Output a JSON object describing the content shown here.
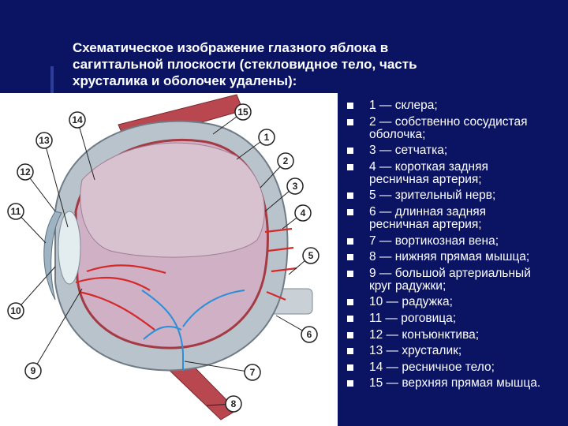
{
  "slide": {
    "title_lines": [
      "Схематическое изображение глазного яблока в",
      "сагиттальной плоскости (стекловидное тело, часть",
      "хрусталика и оболочек удалены):"
    ],
    "figure": {
      "callouts": [
        "1",
        "2",
        "3",
        "4",
        "5",
        "6",
        "7",
        "8",
        "9",
        "10",
        "11",
        "12",
        "13",
        "14",
        "15"
      ]
    },
    "legend": [
      {
        "lines": [
          "1 — склера;"
        ]
      },
      {
        "lines": [
          " 2 — собственно сосудистая",
          "оболочка;"
        ]
      },
      {
        "lines": [
          "3 — сетчатка;"
        ]
      },
      {
        "lines": [
          "4 — короткая задняя",
          "ресничная артерия;"
        ]
      },
      {
        "lines": [
          " 5 — зрительный нерв;"
        ]
      },
      {
        "lines": [
          " 6 — длинная задняя",
          "ресничная артерия;"
        ]
      },
      {
        "lines": [
          "7 — вортикозная вена;"
        ]
      },
      {
        "lines": [
          "8 — нижняя прямая мышца;"
        ]
      },
      {
        "lines": [
          " 9 — большой артериальный",
          "круг радужки;"
        ]
      },
      {
        "lines": [
          "10 — радужка;"
        ]
      },
      {
        "lines": [
          "11 — роговица;"
        ]
      },
      {
        "lines": [
          "12 — конъюнктива;"
        ]
      },
      {
        "lines": [
          "13 — хрусталик;"
        ]
      },
      {
        "lines": [
          "14 — ресничное тело;"
        ]
      },
      {
        "lines": [
          "15 — верхняя прямая мышца."
        ]
      }
    ],
    "colors": {
      "background": "#0a1463",
      "text": "#ffffff",
      "artery": "#d42a2a",
      "vein": "#2a8fd8",
      "inner_wall": "#cfb0c4",
      "sclera": "#b9c3cb"
    }
  }
}
